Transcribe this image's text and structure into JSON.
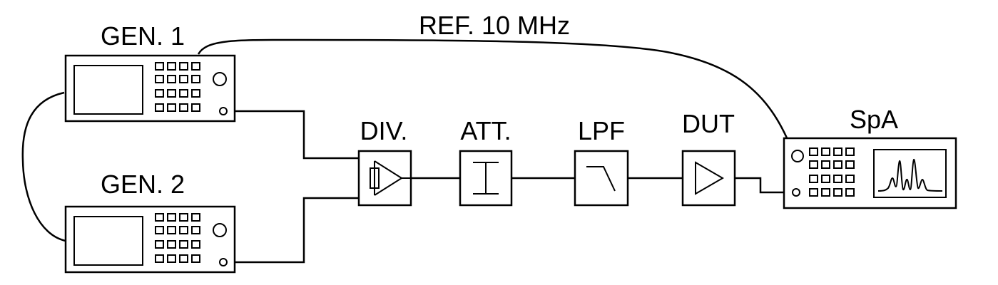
{
  "labels": {
    "ref": "REF. 10 MHz",
    "gen1": "GEN. 1",
    "gen2": "GEN. 2",
    "div": "DIV.",
    "att": "ATT.",
    "lpf": "LPF",
    "dut": "DUT",
    "spa": "SpA"
  }
}
